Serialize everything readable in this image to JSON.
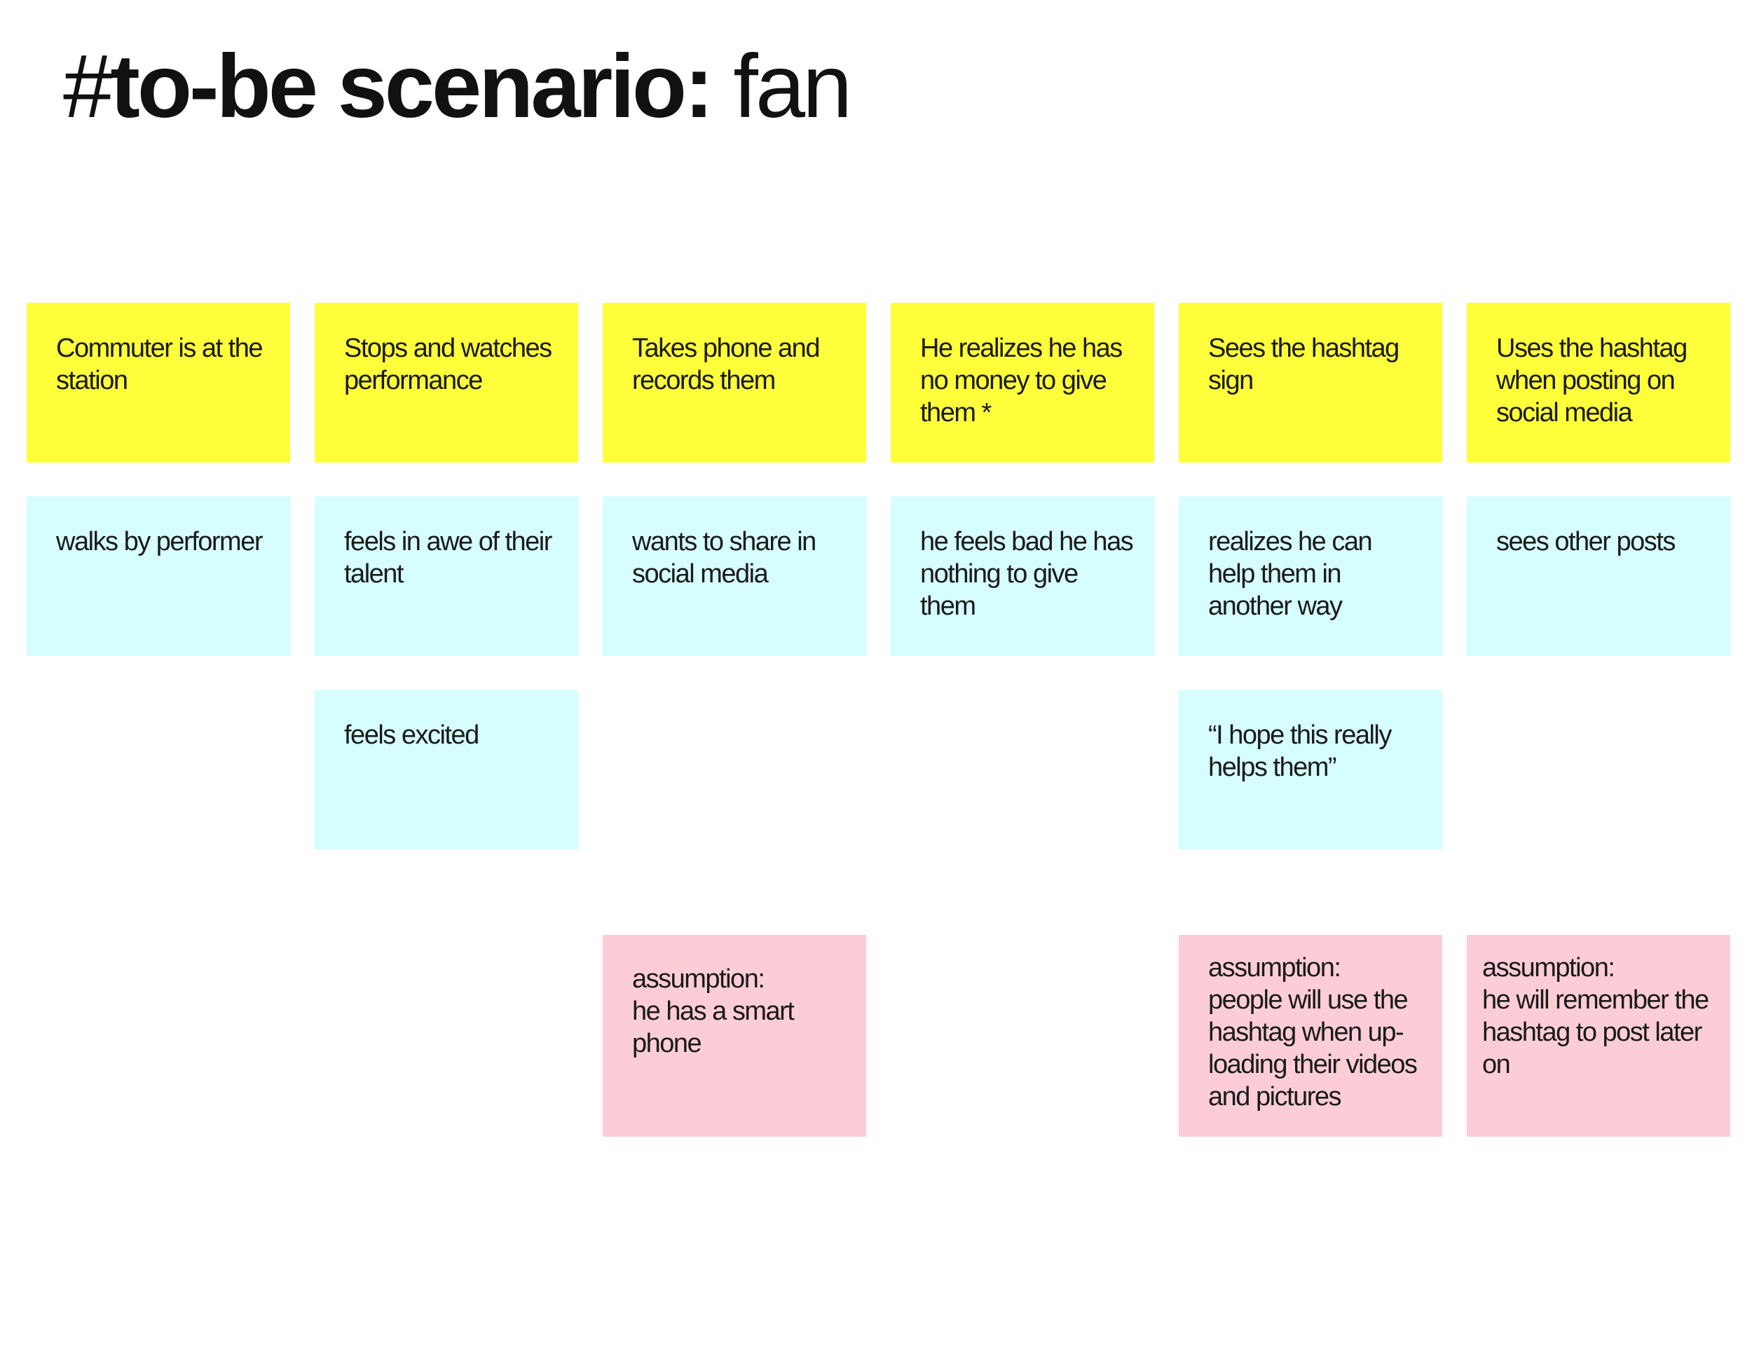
{
  "title": {
    "hash": "#",
    "bold": "to-be scenario:",
    "light": " fan"
  },
  "steps": [
    "Commuter is at the station",
    "Stops and watches\n performance",
    "Takes phone and records them",
    "He realizes he has no money to give them *",
    "Sees the hashtag sign",
    "Uses the hashtag when posting on social media"
  ],
  "feelings_row1": [
    "walks by performer",
    "feels in awe of their talent",
    "wants to share in social media",
    "he feels bad he has nothing to give them",
    "realizes he can help them in another way",
    "sees other posts"
  ],
  "feelings_row2": {
    "col2": "feels excited",
    "col5": "“I hope this really helps them”"
  },
  "assumptions": {
    "col3": "assumption:\nhe has a smart phone",
    "col5": "assumption:\npeople will use the hashtag when up-loading their videos and pictures",
    "col6": "assumption:\nhe will remember the hashtag to post later on"
  },
  "colors": {
    "step_note": "#fefe3a",
    "feeling_note": "#d6feff",
    "assumption_note": "#fccdd7"
  }
}
